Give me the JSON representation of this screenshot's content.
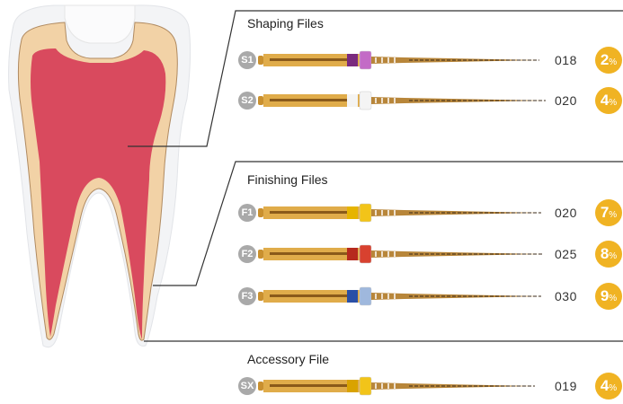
{
  "sections": [
    {
      "title": "Shaping Files",
      "files": [
        {
          "code": "S1",
          "size": "018",
          "taper": "2",
          "unit": "%",
          "collar": "#c36bc6",
          "band": "#7a2a7e"
        },
        {
          "code": "S2",
          "size": "020",
          "taper": "4",
          "unit": "%",
          "collar": "#f4f4f4",
          "band": "#f4f4f4"
        }
      ]
    },
    {
      "title": "Finishing Files",
      "files": [
        {
          "code": "F1",
          "size": "020",
          "taper": "7",
          "unit": "%",
          "collar": "#f2c419",
          "band": "#e6b400"
        },
        {
          "code": "F2",
          "size": "025",
          "taper": "8",
          "unit": "%",
          "collar": "#d8412f",
          "band": "#b62a1e"
        },
        {
          "code": "F3",
          "size": "030",
          "taper": "9",
          "unit": "%",
          "collar": "#9fb8dd",
          "band": "#2a4fa6"
        }
      ]
    },
    {
      "title": "Accessory File",
      "files": [
        {
          "code": "SX",
          "size": "019",
          "taper": "4",
          "unit": "%",
          "collar": "#f2c419",
          "band": "#d9a300"
        }
      ]
    }
  ],
  "colors": {
    "badge": "#f0b323",
    "gold": "#d9a545",
    "pulp": "#d94a5e",
    "dentin": "#f2d2a6"
  }
}
